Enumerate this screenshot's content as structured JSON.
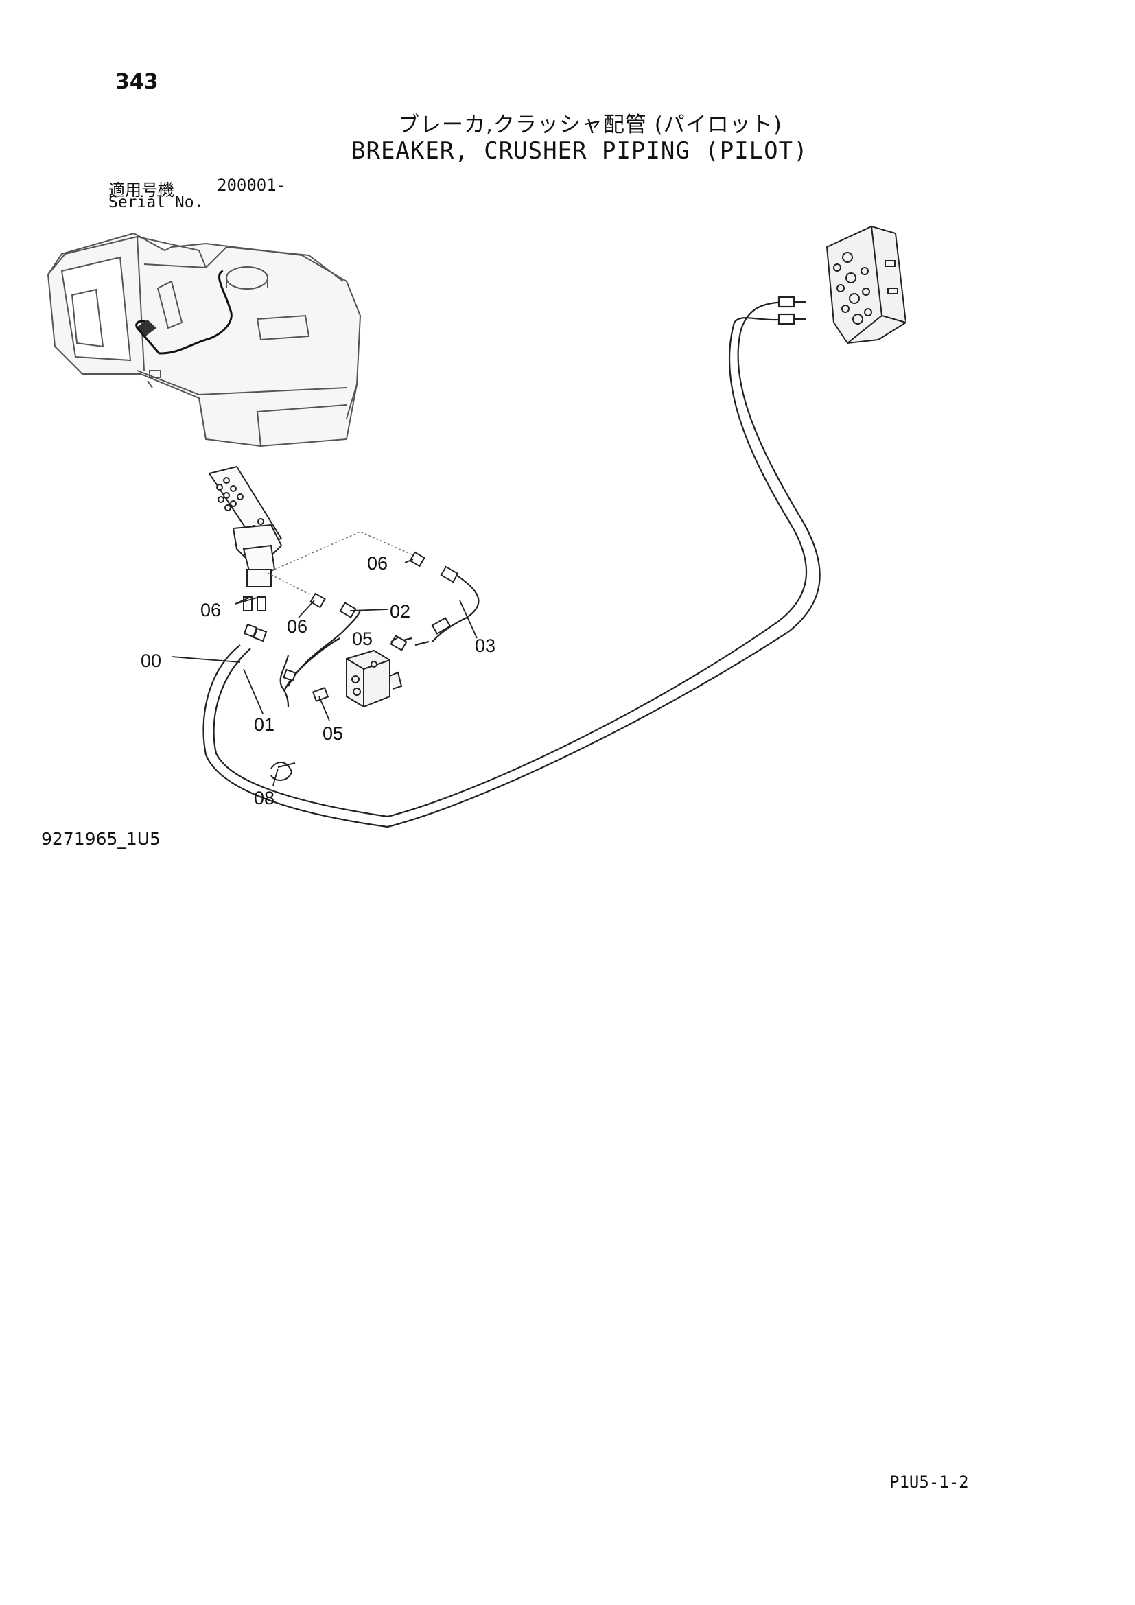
{
  "header": {
    "page_number": "343",
    "title_jp": "ブレーカ,クラッシャ配管 (パイロット)",
    "title_en": "BREAKER, CRUSHER PIPING (PILOT)",
    "serial_label_jp": "適用号機",
    "serial_value": "200001-",
    "serial_label_en": "Serial No."
  },
  "diagram": {
    "callouts": {
      "c00": "00",
      "c01": "01",
      "c02": "02",
      "c03": "03",
      "c05a": "05",
      "c05b": "05",
      "c06a": "06",
      "c06b": "06",
      "c06c": "06",
      "c08": "08"
    }
  },
  "footer": {
    "drawing_number": "9271965_1U5",
    "page_code": "P1U5-1-2"
  }
}
